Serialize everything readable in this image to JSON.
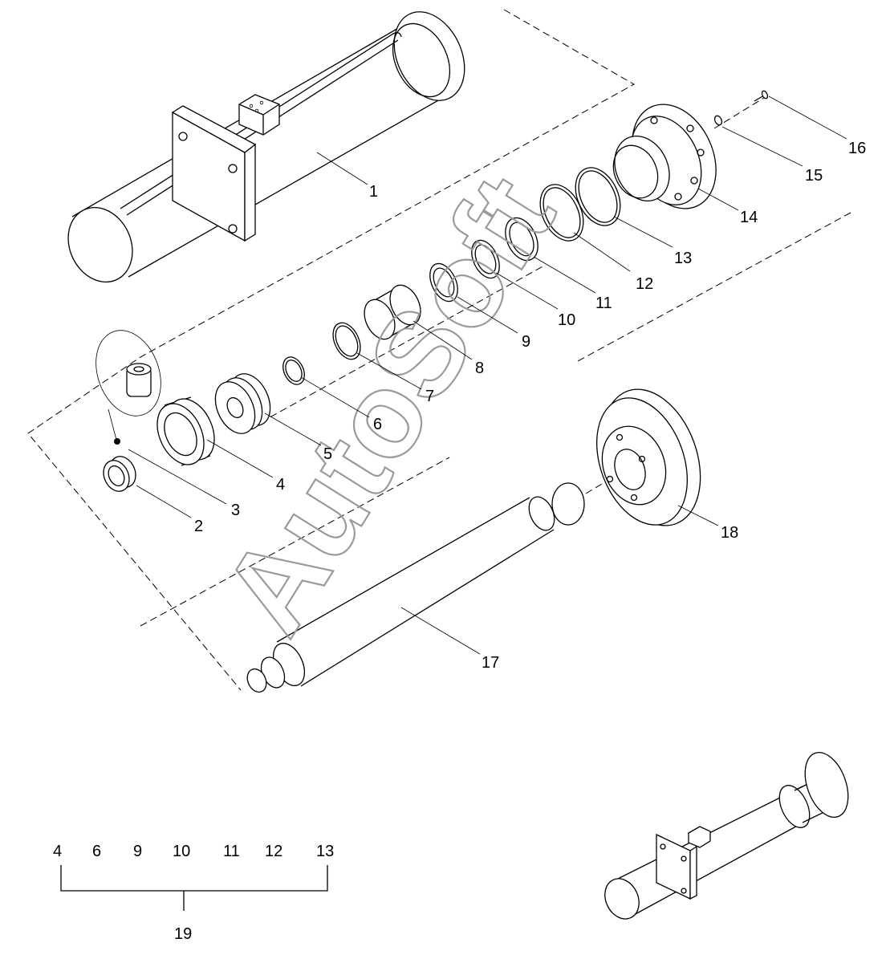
{
  "watermark": "AutoSoft",
  "callouts": {
    "c1": "1",
    "c2": "2",
    "c3": "3",
    "c4": "4",
    "c5": "5",
    "c6": "6",
    "c7": "7",
    "c8": "8",
    "c9": "9",
    "c10": "10",
    "c11": "11",
    "c12": "12",
    "c13": "13",
    "c14": "14",
    "c15": "15",
    "c16": "16",
    "c17": "17",
    "c18": "18"
  },
  "kit_legend": {
    "items": [
      "4",
      "6",
      "9",
      "10",
      "11",
      "12",
      "13"
    ],
    "total": "19"
  }
}
